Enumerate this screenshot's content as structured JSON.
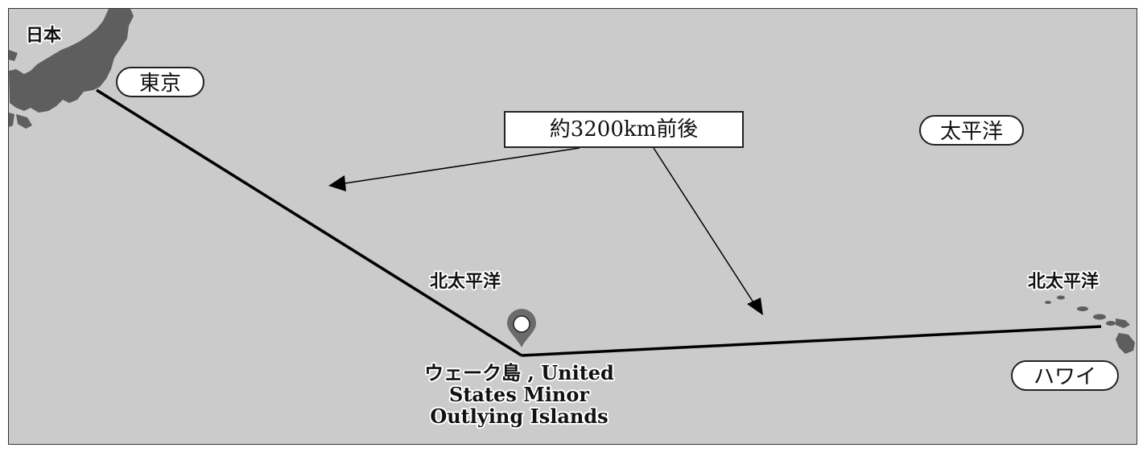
{
  "map": {
    "country_label": "日本",
    "ocean_label_upper_right": "太平洋",
    "ocean_label_center": "北太平洋",
    "ocean_label_right": "北太平洋",
    "tokyo_label": "東京",
    "hawaii_label": "ハワイ",
    "distance_label": "約3200km前後",
    "wake_island_label_line1": "ウェーク島 , United",
    "wake_island_label_line2": "States Minor",
    "wake_island_label_line3": "Outlying Islands"
  },
  "colors": {
    "ocean": "#cbcbcb",
    "land": "#5e5e5e",
    "route": "#000000",
    "marker": "#6b6b6b"
  },
  "icons": [
    "map-pin-icon",
    "arrow-icon"
  ]
}
